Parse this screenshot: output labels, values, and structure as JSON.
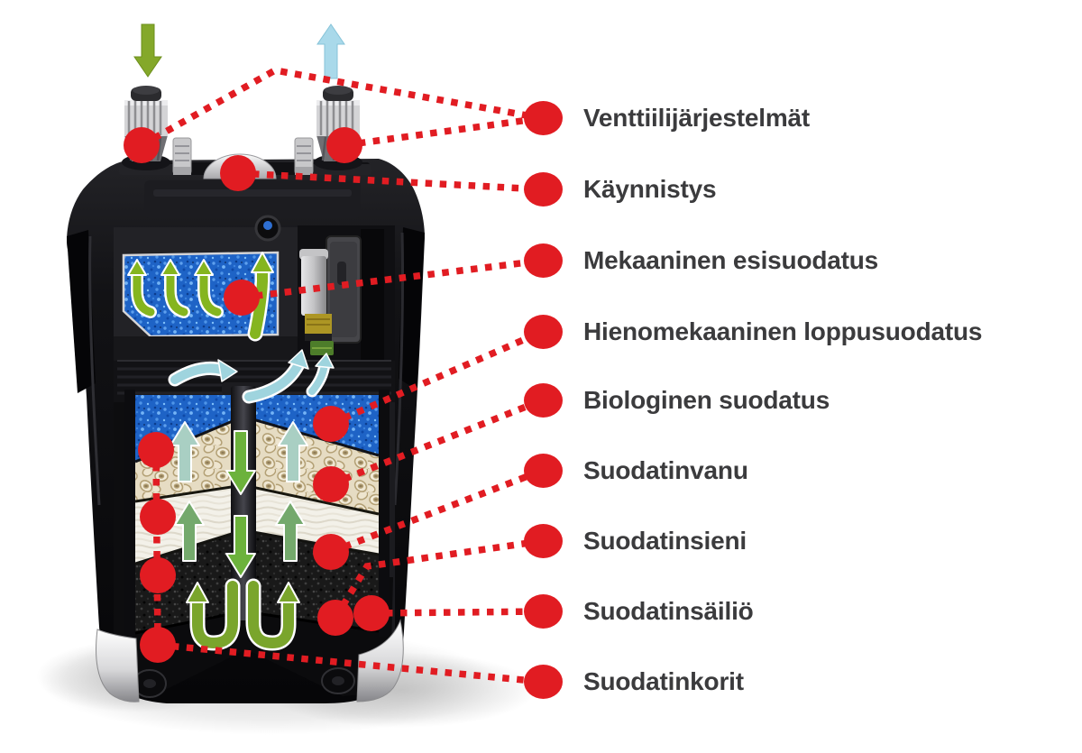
{
  "diagram": {
    "subject": "aquarium-canister-filter-cutaway",
    "callouts": [
      {
        "text": "Venttiilijärjestelmät"
      },
      {
        "text": "Käynnistys"
      },
      {
        "text": "Mekaaninen esisuodatus"
      },
      {
        "text": "Hienomekaaninen loppusuodatus"
      },
      {
        "text": "Biologinen suodatus"
      },
      {
        "text": "Suodatinvanu"
      },
      {
        "text": "Suodatinsieni"
      },
      {
        "text": "Suodatinsäiliö"
      },
      {
        "text": "Suodatinkorit"
      }
    ],
    "flow_icons": {
      "inflow": "green-down-arrow",
      "outflow": "blue-up-arrow"
    },
    "colors": {
      "accent_red": "#e11c22",
      "label_text": "#3b3b3d",
      "sponge_blue": "#1e63c6",
      "bio_media_cream": "#e6dcc3",
      "wool_white": "#f3f1e9",
      "coarse_sponge_black": "#191919",
      "arrow_olive": "#85b51f",
      "arrow_sky": "#a9d9ea",
      "arrow_teal": "#9fd4de",
      "base_silver": "#d9d9db"
    }
  }
}
